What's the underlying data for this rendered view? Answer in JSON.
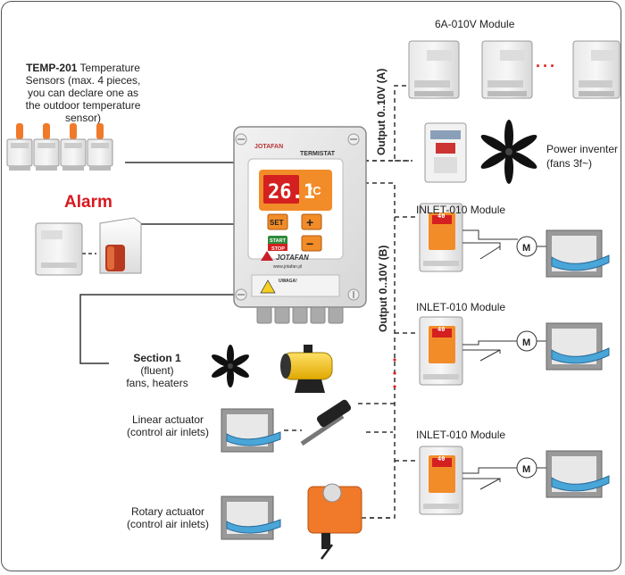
{
  "labels": {
    "module_6a": "6A-010V Module",
    "power_inverter": "Power inventer",
    "power_inverter_sub": "(fans 3f~)",
    "temp_sensor_name": "TEMP-201",
    "temp_sensor_desc1": " Temperature",
    "temp_sensor_desc2": "Sensors (max. 4 pieces,",
    "temp_sensor_desc3": "you can declare one as",
    "temp_sensor_desc4": "the outdoor temperature",
    "temp_sensor_desc5": "sensor)",
    "alarm": "Alarm",
    "section1": "Section 1",
    "section1_sub1": "(fluent)",
    "section1_sub2": "fans, heaters",
    "linear_actuator": "Linear actuator",
    "linear_actuator_sub": "(control air inlets)",
    "rotary_actuator": "Rotary actuator",
    "rotary_actuator_sub": "(control air inlets)",
    "inlet_module_1": "INLET-010 Module",
    "inlet_module_2": "INLET-010 Module",
    "inlet_module_3": "INLET-010 Module",
    "output_a": "Output 0..10V (A)",
    "output_b": "Output 0..10V (B)",
    "dots": "..."
  },
  "controller": {
    "logo": "JOTAFAN",
    "title": "TERMISTAT",
    "display_value": "26.1",
    "display_unit": "°C",
    "set_label": "SET",
    "plus_label": "+",
    "minus_label": "−",
    "start_label": "START",
    "stop_label": "STOP",
    "url": "www.jotafan.pl",
    "warning_title": "UWAGA!"
  },
  "module_display": "40",
  "motor_label": "M",
  "colors": {
    "alarm": "#d71920",
    "orange": "#f28c28",
    "display_bg": "#d42020",
    "display_text": "#ffffff",
    "inlet_blue": "#4aa6d8"
  }
}
